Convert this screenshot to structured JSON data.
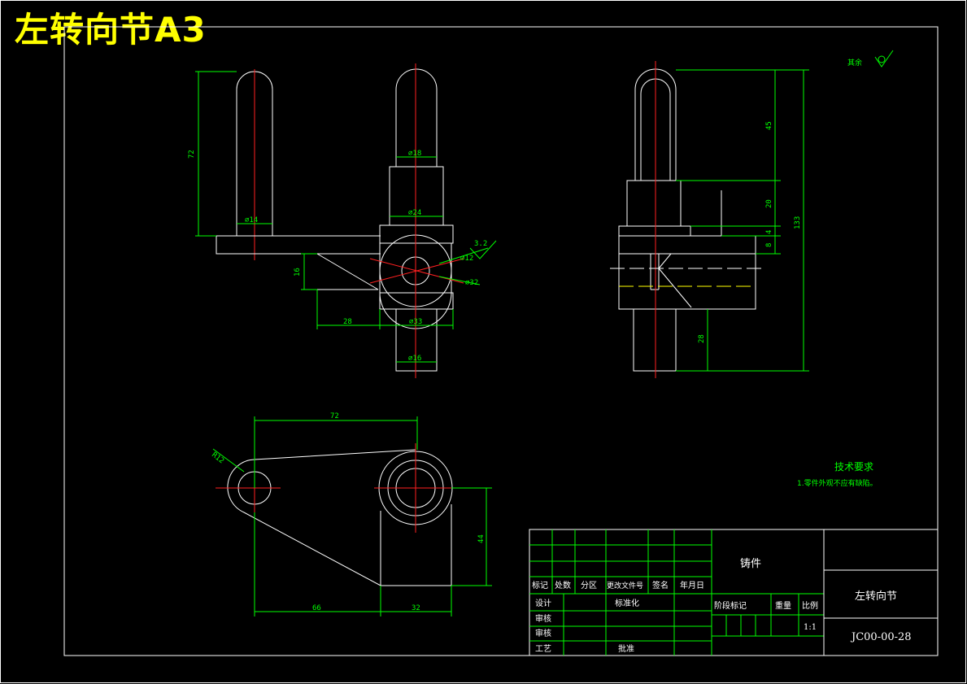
{
  "sheet": {
    "title": "左转向节A3"
  },
  "front_view": {
    "dims": {
      "height_72": "72",
      "dia_14": "⌀14",
      "dia_18": "⌀18",
      "dia_24": "⌀24",
      "dia_12": "⌀12",
      "dia_32": "⌀32",
      "dia_33": "⌀33",
      "dia_16": "⌀16",
      "len_16": "16",
      "len_28": "28",
      "roughness": "3.2"
    }
  },
  "side_view": {
    "dims": {
      "d45": "45",
      "d20": "20",
      "d4": "4",
      "d8": "8",
      "d133": "133",
      "d28": "28"
    }
  },
  "top_view": {
    "dims": {
      "len_72": "72",
      "rad_12": "R12",
      "len_44": "44",
      "len_66": "66",
      "len_32": "32"
    }
  },
  "surface_note": "其余",
  "tech": {
    "heading": "技术要求",
    "note": "1.零件外观不应有缺陷。"
  },
  "title_block": {
    "revision_headers": [
      "标记",
      "处数",
      "分区",
      "更改文件号",
      "签名",
      "年月日"
    ],
    "design": "设计",
    "standardize": "标准化",
    "check": "审核",
    "review": "审核",
    "process": "工艺",
    "approve": "批准",
    "material": "铸件",
    "stage_mark": "阶段标记",
    "weight": "重量",
    "scale_label": "比例",
    "scale_value": "1:1",
    "part_name": "左转向节",
    "drawing_number": "JC00-00-28"
  }
}
